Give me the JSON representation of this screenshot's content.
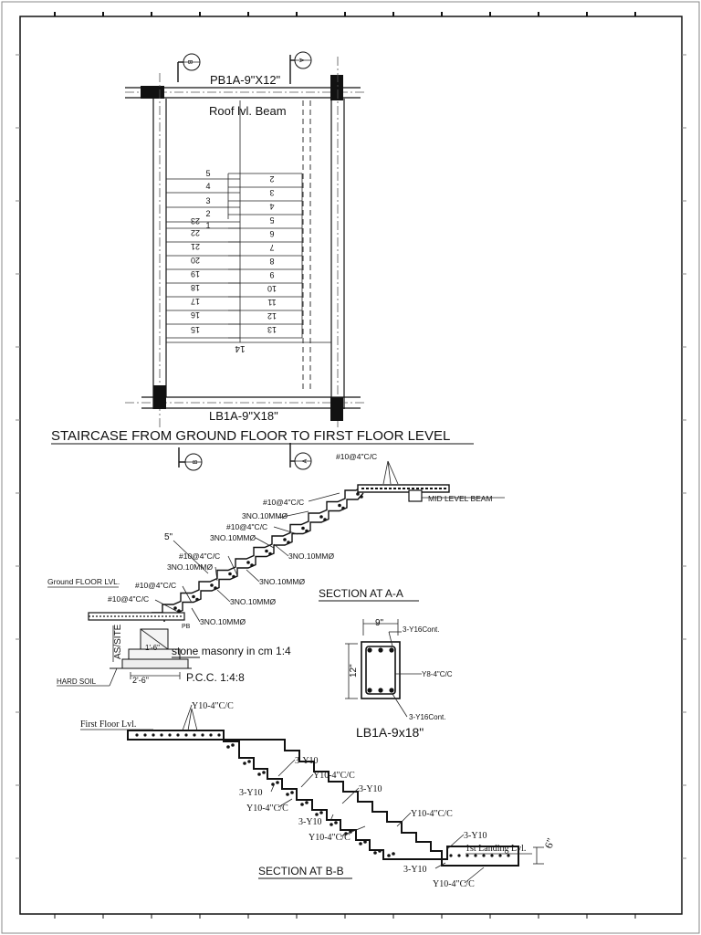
{
  "plan": {
    "top_beam": "PB1A-9\"X12\"",
    "roof_beam": "Roof lvl. Beam",
    "bottom_beam": "LB1A-9\"X18\"",
    "title": "STAIRCASE FROM GROUND FLOOR  TO FIRST FLOOR LEVEL",
    "left_steps": [
      "5",
      "4",
      "3",
      "2",
      "1",
      "23",
      "22",
      "21",
      "20",
      "19",
      "18",
      "17",
      "16",
      "15"
    ],
    "right_steps": [
      "2",
      "3",
      "4",
      "5",
      "6",
      "7",
      "8",
      "9",
      "10",
      "11",
      "12",
      "13"
    ],
    "landing_step": "14",
    "section_mark_a": "A",
    "section_mark_b": "B"
  },
  "section_aa": {
    "title": "SECTION AT A-A",
    "mid_beam": "MID LEVEL BEAM",
    "ground_lvl": "Ground FLOOR LVL.",
    "dim_5": "5\"",
    "rebar_top": "#10@4\"C/C",
    "labels": [
      {
        "id": "a1",
        "text": "#10@4\"C/C"
      },
      {
        "id": "a2",
        "text": "3NO.10MMØ"
      },
      {
        "id": "a3",
        "text": "#10@4\"C/C"
      },
      {
        "id": "a4",
        "text": "3NO.10MMØ"
      },
      {
        "id": "a5",
        "text": "#10@4\"C/C"
      },
      {
        "id": "a6",
        "text": "3NO.10MMØ"
      },
      {
        "id": "a7",
        "text": "#10@4\"C/C"
      },
      {
        "id": "a8",
        "text": "#10@4\"C/C"
      },
      {
        "id": "a9",
        "text": "3NO.10MMØ"
      },
      {
        "id": "a10",
        "text": "3NO.10MMØ"
      },
      {
        "id": "a11",
        "text": "3NO.10MMØ"
      },
      {
        "id": "a12",
        "text": "3NO.10MMØ"
      },
      {
        "id": "a13",
        "text": "PB"
      }
    ],
    "footing": {
      "as_site": "AS/SITE",
      "dim_1_6": "1'-6\"",
      "dim_2_6": "2'-6\"",
      "stone": "stone masonry in cm 1:4",
      "pcc": "P.C.C. 1:4:8",
      "soil": "HARD SOIL"
    }
  },
  "beam_section": {
    "title": "LB1A-9x18\"",
    "width": "9\"",
    "depth": "12\"",
    "top_bars": "3-Y16Cont.",
    "stirrups": "Y8-4\"C/C",
    "bottom_bars": "3-Y16Cont."
  },
  "section_bb": {
    "title": "SECTION AT B-B",
    "first_floor": "First Floor Lvl.",
    "landing": "1st Landing Lvl.",
    "dim_6": "6\"",
    "labels": [
      {
        "id": "b1",
        "text": "Y10-4\"C/C"
      },
      {
        "id": "b2",
        "text": "3-Y10"
      },
      {
        "id": "b3",
        "text": "Y10-4\"C/C"
      },
      {
        "id": "b4",
        "text": "3-Y10"
      },
      {
        "id": "b5",
        "text": "3-Y10"
      },
      {
        "id": "b6",
        "text": "Y10-4\"C/C"
      },
      {
        "id": "b7",
        "text": "3-Y10"
      },
      {
        "id": "b8",
        "text": "Y10-4\"C/C"
      },
      {
        "id": "b9",
        "text": "Y10-4\"C/C"
      },
      {
        "id": "b10",
        "text": "3-Y10"
      },
      {
        "id": "b11",
        "text": "3-Y10"
      },
      {
        "id": "b12",
        "text": "Y10-4\"C/C"
      }
    ]
  }
}
